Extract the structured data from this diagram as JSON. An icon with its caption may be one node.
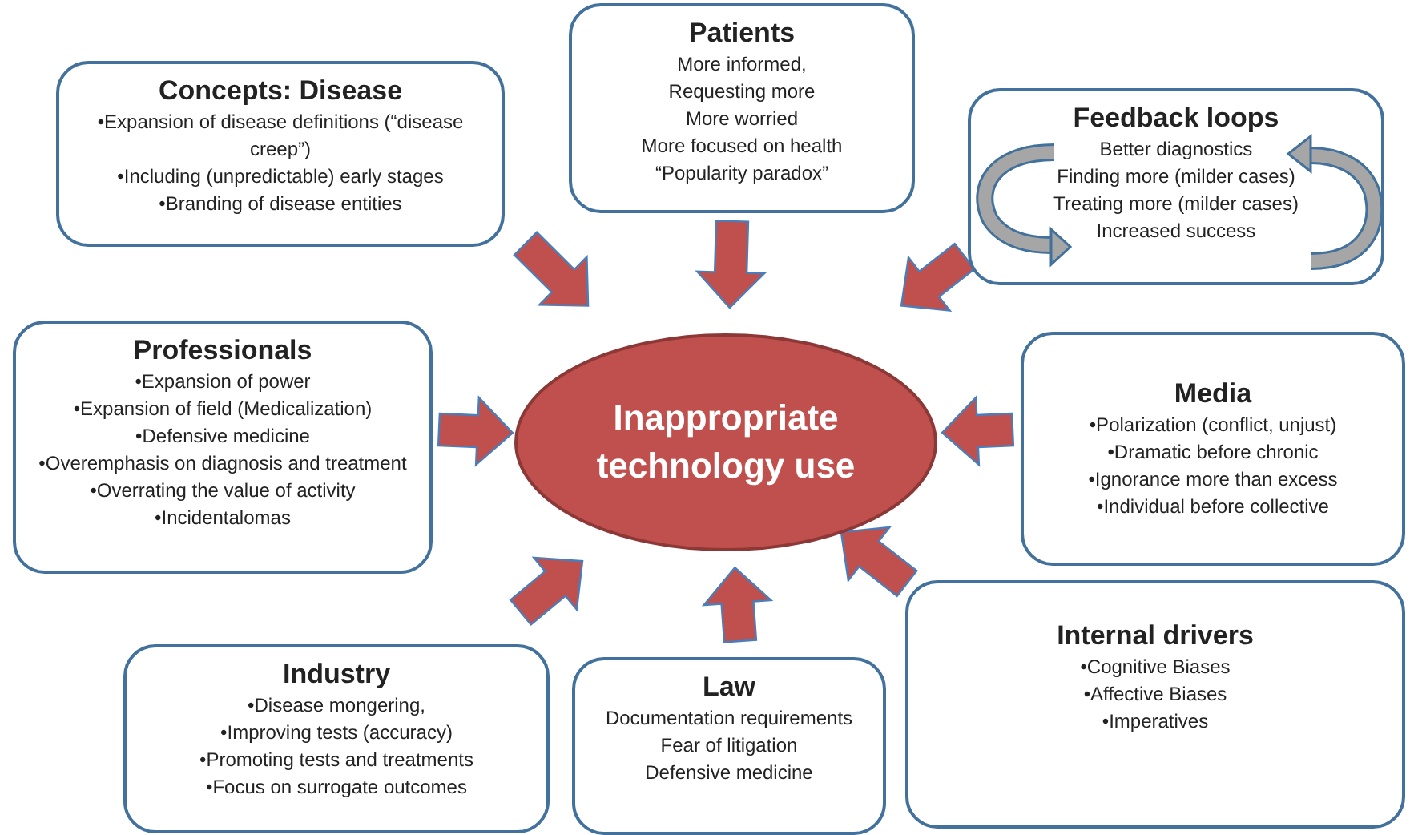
{
  "diagram": {
    "nodes": [
      {
        "text": [
          "Concepts: Disease",
          "•Expansion of disease definitions (“disease creep”)",
          "•Including (unpredictable) early stages",
          "•Branding of disease entities"
        ]
      },
      {
        "text": [
          "Patients",
          "More informed,",
          "Requesting more",
          "More worried",
          "More focused on health",
          "“Popularity paradox”"
        ]
      },
      {
        "text": [
          "Feedback loops",
          "Better diagnostics",
          "Finding more (milder cases)",
          "Treating more (milder cases)",
          "Increased success"
        ]
      },
      {
        "text": [
          "Professionals",
          "•Expansion of power",
          "•Expansion of field (Medicalization)",
          "•Defensive medicine",
          "•Overemphasis on diagnosis and treatment",
          "•Overrating the value of activity",
          "•Incidentalomas"
        ]
      },
      {
        "text": [
          "Inappropriate technology use"
        ]
      },
      {
        "text": [
          "Media",
          "•Polarization (conflict, unjust)",
          "•Dramatic before chronic",
          "•Ignorance more than excess",
          "•Individual before collective"
        ]
      },
      {
        "text": [
          "Industry",
          "•Disease mongering,",
          "•Improving tests (accuracy)",
          "•Promoting tests and treatments",
          "•Focus on surrogate outcomes"
        ]
      },
      {
        "text": [
          "Law",
          "Documentation requirements",
          "Fear of litigation",
          "Defensive medicine"
        ]
      },
      {
        "text": [
          "Internal drivers",
          "•Cognitive Biases",
          "•Affective Biases",
          "•Imperatives"
        ]
      }
    ],
    "edges": [
      {
        "from": 0,
        "to": 4,
        "arrow": "to"
      },
      {
        "from": 1,
        "to": 4,
        "arrow": "to"
      },
      {
        "from": 2,
        "to": 4,
        "arrow": "to"
      },
      {
        "from": 3,
        "to": 4,
        "arrow": "to"
      },
      {
        "from": 5,
        "to": 4,
        "arrow": "to"
      },
      {
        "from": 6,
        "to": 4,
        "arrow": "to"
      },
      {
        "from": 7,
        "to": 4,
        "arrow": "to"
      },
      {
        "from": 8,
        "to": 4,
        "arrow": "to"
      }
    ]
  }
}
